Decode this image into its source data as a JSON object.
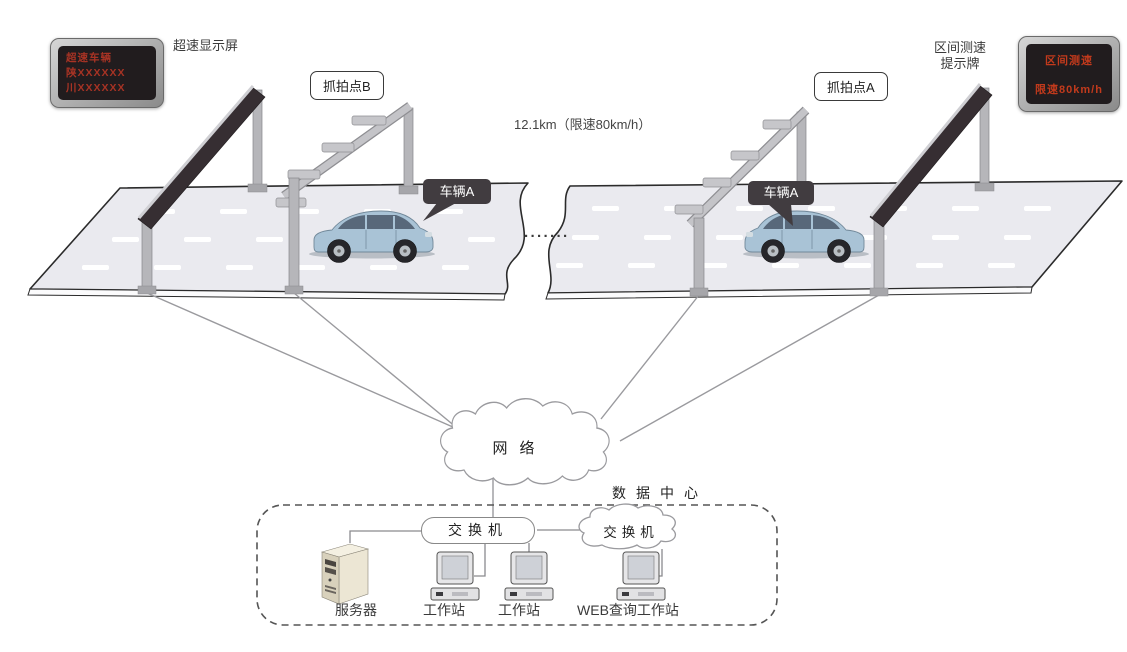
{
  "overspeed_display": {
    "label": "超速显示屏",
    "screen": [
      "超速车辆",
      "陕XXXXXX",
      "川XXXXXX"
    ]
  },
  "interval_sign": {
    "label_line1": "区间测速",
    "label_line2": "提示牌",
    "screen": [
      "区间测速",
      "限速80km/h"
    ]
  },
  "capture_points": {
    "b": "抓拍点B",
    "a": "抓拍点A"
  },
  "section_info": "12.1km（限速80km/h）",
  "vehicles": {
    "left": "车辆A",
    "right": "车辆A"
  },
  "road_gap_dots": "·······",
  "network": {
    "label": "网络"
  },
  "data_center": {
    "title": "数据中心",
    "switch_main": "交换机",
    "switch_cloud": "交换机",
    "server": "服务器",
    "workstation_1": "工作站",
    "workstation_2": "工作站",
    "web_workstation": "WEB查询工作站"
  },
  "colors": {
    "led_text_red": "#b5321f",
    "led_screen": "#211c1e",
    "road_fill": "#eaeaef",
    "panel_dark": "#362e32",
    "pole_gray": "#b6b6ba",
    "line_gray": "#9a9a9e",
    "bubble_dark": "#413c40",
    "car_body": "#a9c3d6"
  }
}
